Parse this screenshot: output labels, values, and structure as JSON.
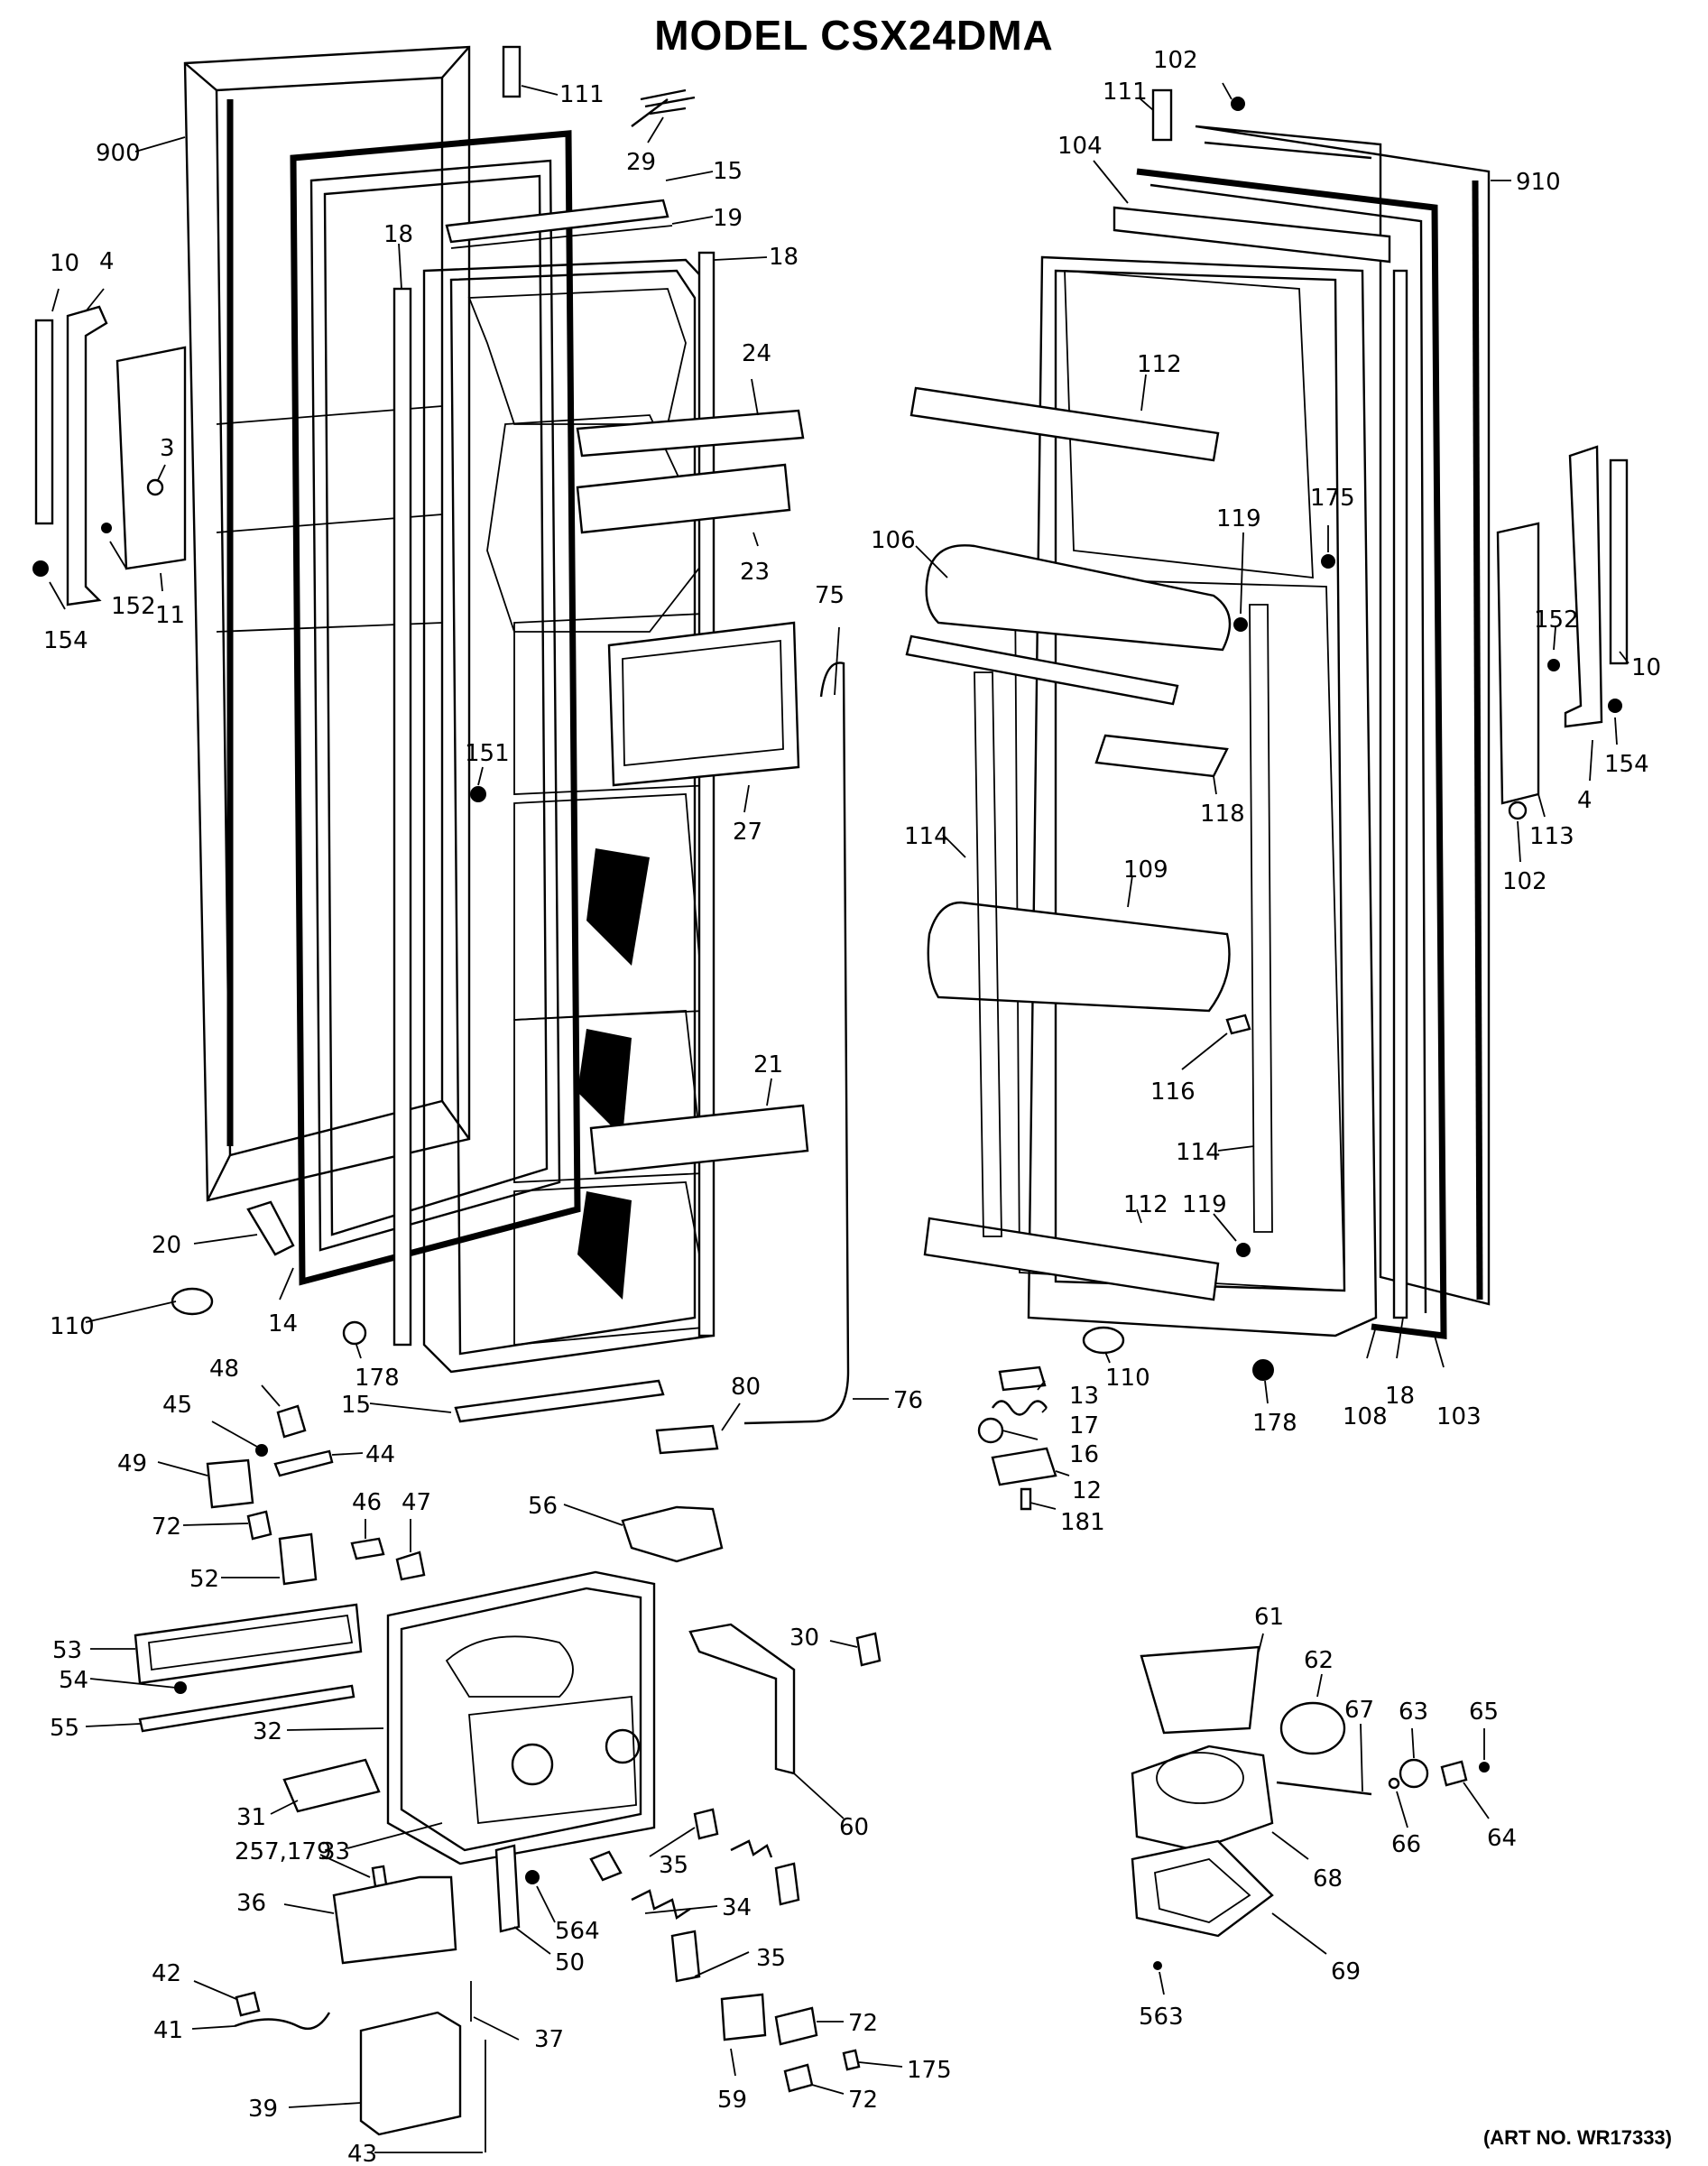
{
  "title": "MODEL CSX24DMA",
  "art_number": "(ART NO. WR17333)",
  "labels": {
    "l900": "900",
    "l111a": "111",
    "l29": "29",
    "l15a": "15",
    "l19": "19",
    "l18a": "18",
    "l18b": "18",
    "l10a": "10",
    "l4a": "4",
    "l3": "3",
    "l152a": "152",
    "l11": "11",
    "l154a": "154",
    "l24": "24",
    "l23": "23",
    "l151": "151",
    "l27": "27",
    "l75": "75",
    "l21": "21",
    "l20": "20",
    "l14": "14",
    "l110a": "110",
    "l178a": "178",
    "l15b": "15",
    "l80": "80",
    "l76": "76",
    "l102a": "102",
    "l111b": "111",
    "l104": "104",
    "l910": "910",
    "l112a": "112",
    "l175a": "175",
    "l119a": "119",
    "l106": "106",
    "l152b": "152",
    "l10b": "10",
    "l154b": "154",
    "l4b": "4",
    "l113": "113",
    "l102b": "102",
    "l118": "118",
    "l114a": "114",
    "l109": "109",
    "l116": "116",
    "l114b": "114",
    "l112b": "112",
    "l119b": "119",
    "l110b": "110",
    "l178b": "178",
    "l108": "108",
    "l18c": "18",
    "l103": "103",
    "l13": "13",
    "l17": "17",
    "l16": "16",
    "l12": "12",
    "l181": "181",
    "l48": "48",
    "l45": "45",
    "l44": "44",
    "l49": "49",
    "l72a": "72",
    "l46": "46",
    "l47": "47",
    "l52": "52",
    "l56": "56",
    "l53": "53",
    "l54": "54",
    "l55": "55",
    "l32": "32",
    "l31": "31",
    "l33": "33",
    "l30": "30",
    "l60": "60",
    "l35a": "35",
    "l34": "34",
    "l35b": "35",
    "l564": "564",
    "l50": "50",
    "l257": "257,179",
    "l36": "36",
    "l42": "42",
    "l41": "41",
    "l37": "37",
    "l39": "39",
    "l43": "43",
    "l59": "59",
    "l72b": "72",
    "l175b": "175",
    "l72c": "72",
    "l61": "61",
    "l62": "62",
    "l67": "67",
    "l63": "63",
    "l65": "65",
    "l66": "66",
    "l64": "64",
    "l68": "68",
    "l69": "69",
    "l563": "563"
  }
}
